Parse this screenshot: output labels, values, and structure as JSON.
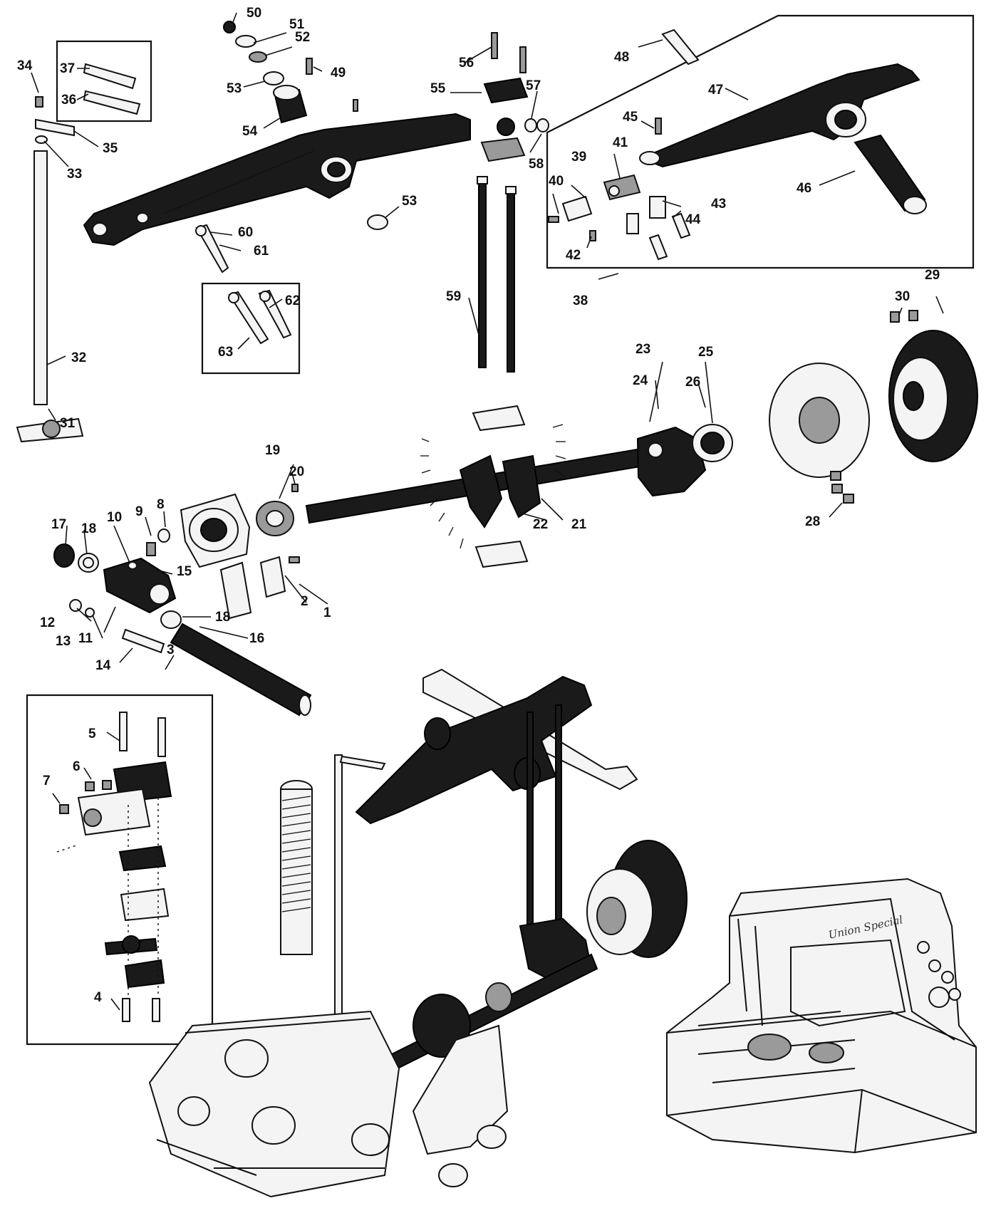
{
  "diagram": {
    "callouts": [
      {
        "id": "n1",
        "text": "1"
      },
      {
        "id": "n2",
        "text": "2"
      },
      {
        "id": "n3",
        "text": "3"
      },
      {
        "id": "n4",
        "text": "4"
      },
      {
        "id": "n5",
        "text": "5"
      },
      {
        "id": "n6",
        "text": "6"
      },
      {
        "id": "n7",
        "text": "7"
      },
      {
        "id": "n8",
        "text": "8"
      },
      {
        "id": "n9",
        "text": "9"
      },
      {
        "id": "n10",
        "text": "10"
      },
      {
        "id": "n11",
        "text": "11"
      },
      {
        "id": "n12",
        "text": "12"
      },
      {
        "id": "n13",
        "text": "13"
      },
      {
        "id": "n14",
        "text": "14"
      },
      {
        "id": "n15",
        "text": "15"
      },
      {
        "id": "n16",
        "text": "16"
      },
      {
        "id": "n17",
        "text": "17"
      },
      {
        "id": "n18a",
        "text": "18"
      },
      {
        "id": "n18b",
        "text": "18"
      },
      {
        "id": "n19",
        "text": "19"
      },
      {
        "id": "n20",
        "text": "20"
      },
      {
        "id": "n21",
        "text": "21"
      },
      {
        "id": "n22",
        "text": "22"
      },
      {
        "id": "n23",
        "text": "23"
      },
      {
        "id": "n24",
        "text": "24"
      },
      {
        "id": "n25",
        "text": "25"
      },
      {
        "id": "n26",
        "text": "26"
      },
      {
        "id": "n28",
        "text": "28"
      },
      {
        "id": "n29",
        "text": "29"
      },
      {
        "id": "n30",
        "text": "30"
      },
      {
        "id": "n31",
        "text": "31"
      },
      {
        "id": "n32",
        "text": "32"
      },
      {
        "id": "n33",
        "text": "33"
      },
      {
        "id": "n34",
        "text": "34"
      },
      {
        "id": "n35",
        "text": "35"
      },
      {
        "id": "n36",
        "text": "36"
      },
      {
        "id": "n37",
        "text": "37"
      },
      {
        "id": "n38",
        "text": "38"
      },
      {
        "id": "n39",
        "text": "39"
      },
      {
        "id": "n40",
        "text": "40"
      },
      {
        "id": "n41",
        "text": "41"
      },
      {
        "id": "n42",
        "text": "42"
      },
      {
        "id": "n43",
        "text": "43"
      },
      {
        "id": "n44",
        "text": "44"
      },
      {
        "id": "n45",
        "text": "45"
      },
      {
        "id": "n46",
        "text": "46"
      },
      {
        "id": "n47",
        "text": "47"
      },
      {
        "id": "n48",
        "text": "48"
      },
      {
        "id": "n49",
        "text": "49"
      },
      {
        "id": "n50",
        "text": "50"
      },
      {
        "id": "n51",
        "text": "51"
      },
      {
        "id": "n52",
        "text": "52"
      },
      {
        "id": "n53a",
        "text": "53"
      },
      {
        "id": "n53b",
        "text": "53"
      },
      {
        "id": "n54",
        "text": "54"
      },
      {
        "id": "n55",
        "text": "55"
      },
      {
        "id": "n56",
        "text": "56"
      },
      {
        "id": "n57",
        "text": "57"
      },
      {
        "id": "n58",
        "text": "58"
      },
      {
        "id": "n59",
        "text": "59"
      },
      {
        "id": "n60",
        "text": "60"
      },
      {
        "id": "n61",
        "text": "61"
      },
      {
        "id": "n62",
        "text": "62"
      },
      {
        "id": "n63",
        "text": "63"
      }
    ],
    "machine_brand": "Union Special",
    "colors": {
      "ink": "#111111",
      "paper": "#ffffff",
      "shade": "#9a9a9a"
    }
  }
}
